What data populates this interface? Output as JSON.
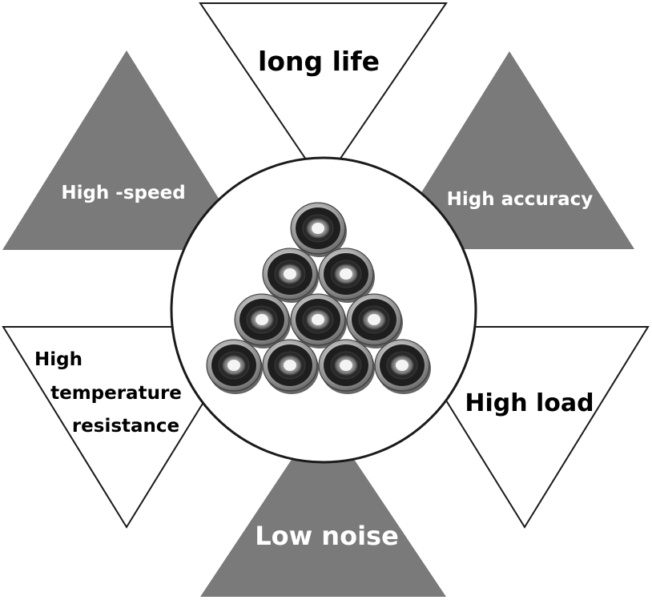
{
  "features": {
    "long_life": "long life",
    "high_speed": "High -speed",
    "high_accuracy": "High accuracy",
    "high_temp": [
      "High",
      "temperature",
      "resistance"
    ],
    "high_load": "High load",
    "low_noise": "Low noise"
  },
  "colors": {
    "gray_triangle": "#7a7a7a",
    "outline": "#1a1a1a",
    "white_text": "#ffffff",
    "black_text": "#000000"
  },
  "bearings": {
    "rows": [
      1,
      2,
      3,
      4
    ]
  }
}
